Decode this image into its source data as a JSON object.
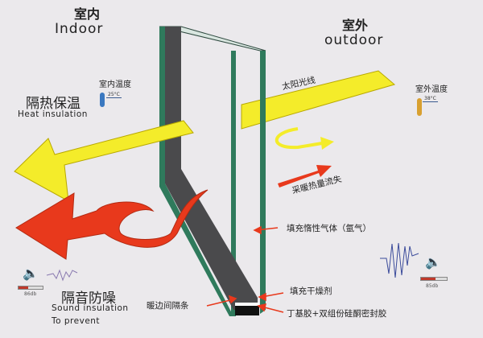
{
  "indoor": {
    "title_zh": "室内",
    "title_en": "Indoor",
    "temp_label": "室内温度",
    "temp_value": "25°C"
  },
  "outdoor": {
    "title_zh": "室外",
    "title_en": "outdoor",
    "temp_label": "室外温度",
    "temp_value": "38°C"
  },
  "heat": {
    "title_zh": "隔热保温",
    "title_en": "Heat insulation"
  },
  "sound": {
    "title_zh": "隔音防噪",
    "title_en_1": "Sound insulation",
    "title_en_2": "To prevent",
    "indoor_db": "86db",
    "outdoor_db": "85db"
  },
  "labels": {
    "sunlight": "太阳光线",
    "heat_loss": "采暖热量流失",
    "inert_gas": "填充惰性气体（氩气）",
    "desiccant": "填充干燥剂",
    "sealant": "丁基胶+双组份硅酮密封胶",
    "spacer": "暖边间隔条"
  },
  "colors": {
    "yellow": "#f4ec2a",
    "red": "#e8391c",
    "glass": "#2f6e55",
    "spacer": "#4a4a4c"
  }
}
